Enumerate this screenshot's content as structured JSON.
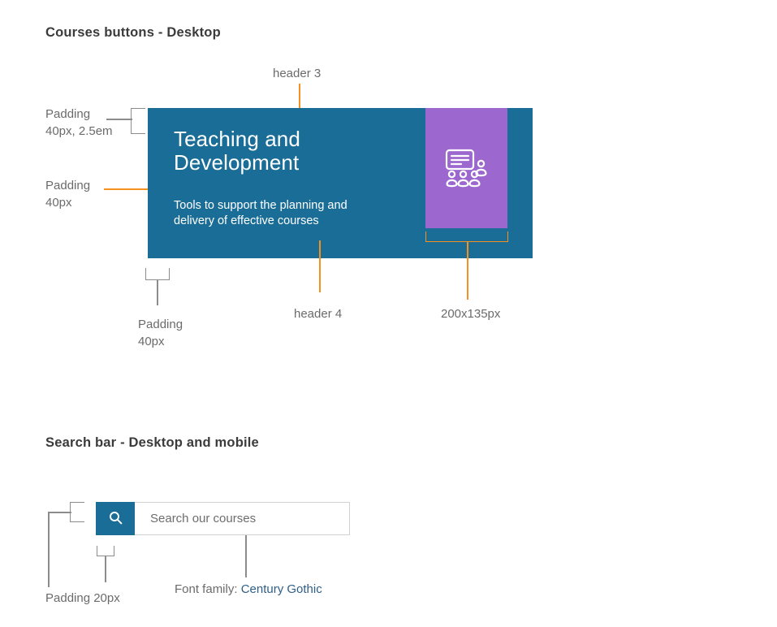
{
  "sections": [
    {
      "id": "courses",
      "title": "Courses buttons - Desktop"
    },
    {
      "id": "search",
      "title": "Search bar - Desktop and mobile"
    }
  ],
  "course_card": {
    "title": "Teaching and\nDevelopment",
    "description": "Tools to support the planning and\ndelivery of effective courses",
    "background_color": "#1a6d96",
    "image_panel_color": "#9d67d0",
    "icon_name": "presentation-audience-icon"
  },
  "search": {
    "placeholder": "Search our courses",
    "value": "",
    "button_color": "#1a6d96",
    "icon_name": "search-icon"
  },
  "annotations": {
    "padding_top_left": "Padding\n40px, 2.5em",
    "padding_left": "Padding\n40px",
    "padding_bottom": "Padding\n40px",
    "header_3": "header 3",
    "header_4": "header 4",
    "image_size": "200x135px",
    "padding_search": "Padding 20px",
    "font_family_prefix": "Font family: ",
    "font_family_value": "Century Gothic"
  },
  "colors": {
    "brand_blue": "#1a6d96",
    "accent_purple": "#9d67d0",
    "annotation_orange": "#f5911e",
    "annotation_gray": "#8c8c8c",
    "text_gray": "#6b6b6b",
    "heading_dark": "#3b3b3b"
  }
}
